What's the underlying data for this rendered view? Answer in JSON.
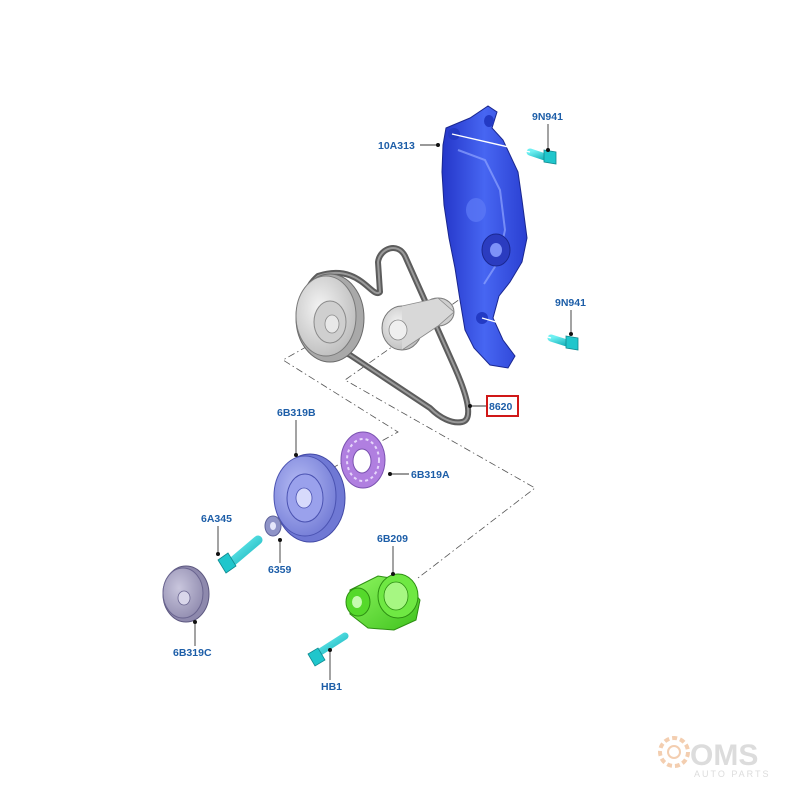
{
  "parts": {
    "bracket": "10A313",
    "bolt_top": "9N941",
    "bolt_right": "9N941",
    "belt": "8620",
    "pulley": "6B319B",
    "pulley_plate": "6B319A",
    "bolt_left": "6A345",
    "washer": "6359",
    "small_pulley": "6B319C",
    "tensioner": "6B209",
    "tensioner_bolt": "HB1"
  },
  "watermark": {
    "brand": "OMS",
    "tagline": "AUTO PARTS"
  },
  "colors": {
    "callout_text": "#1d5ea8",
    "highlight_box": "#d01818",
    "bracket_blue": "#3b55e6",
    "fastener_cyan": "#2ad1d6",
    "tensioner_green": "#5fe23a",
    "pulley_periwinkle": "#8f97e6",
    "plate_violet": "#b98ee6",
    "belt_gray": "#6f6f6f"
  }
}
